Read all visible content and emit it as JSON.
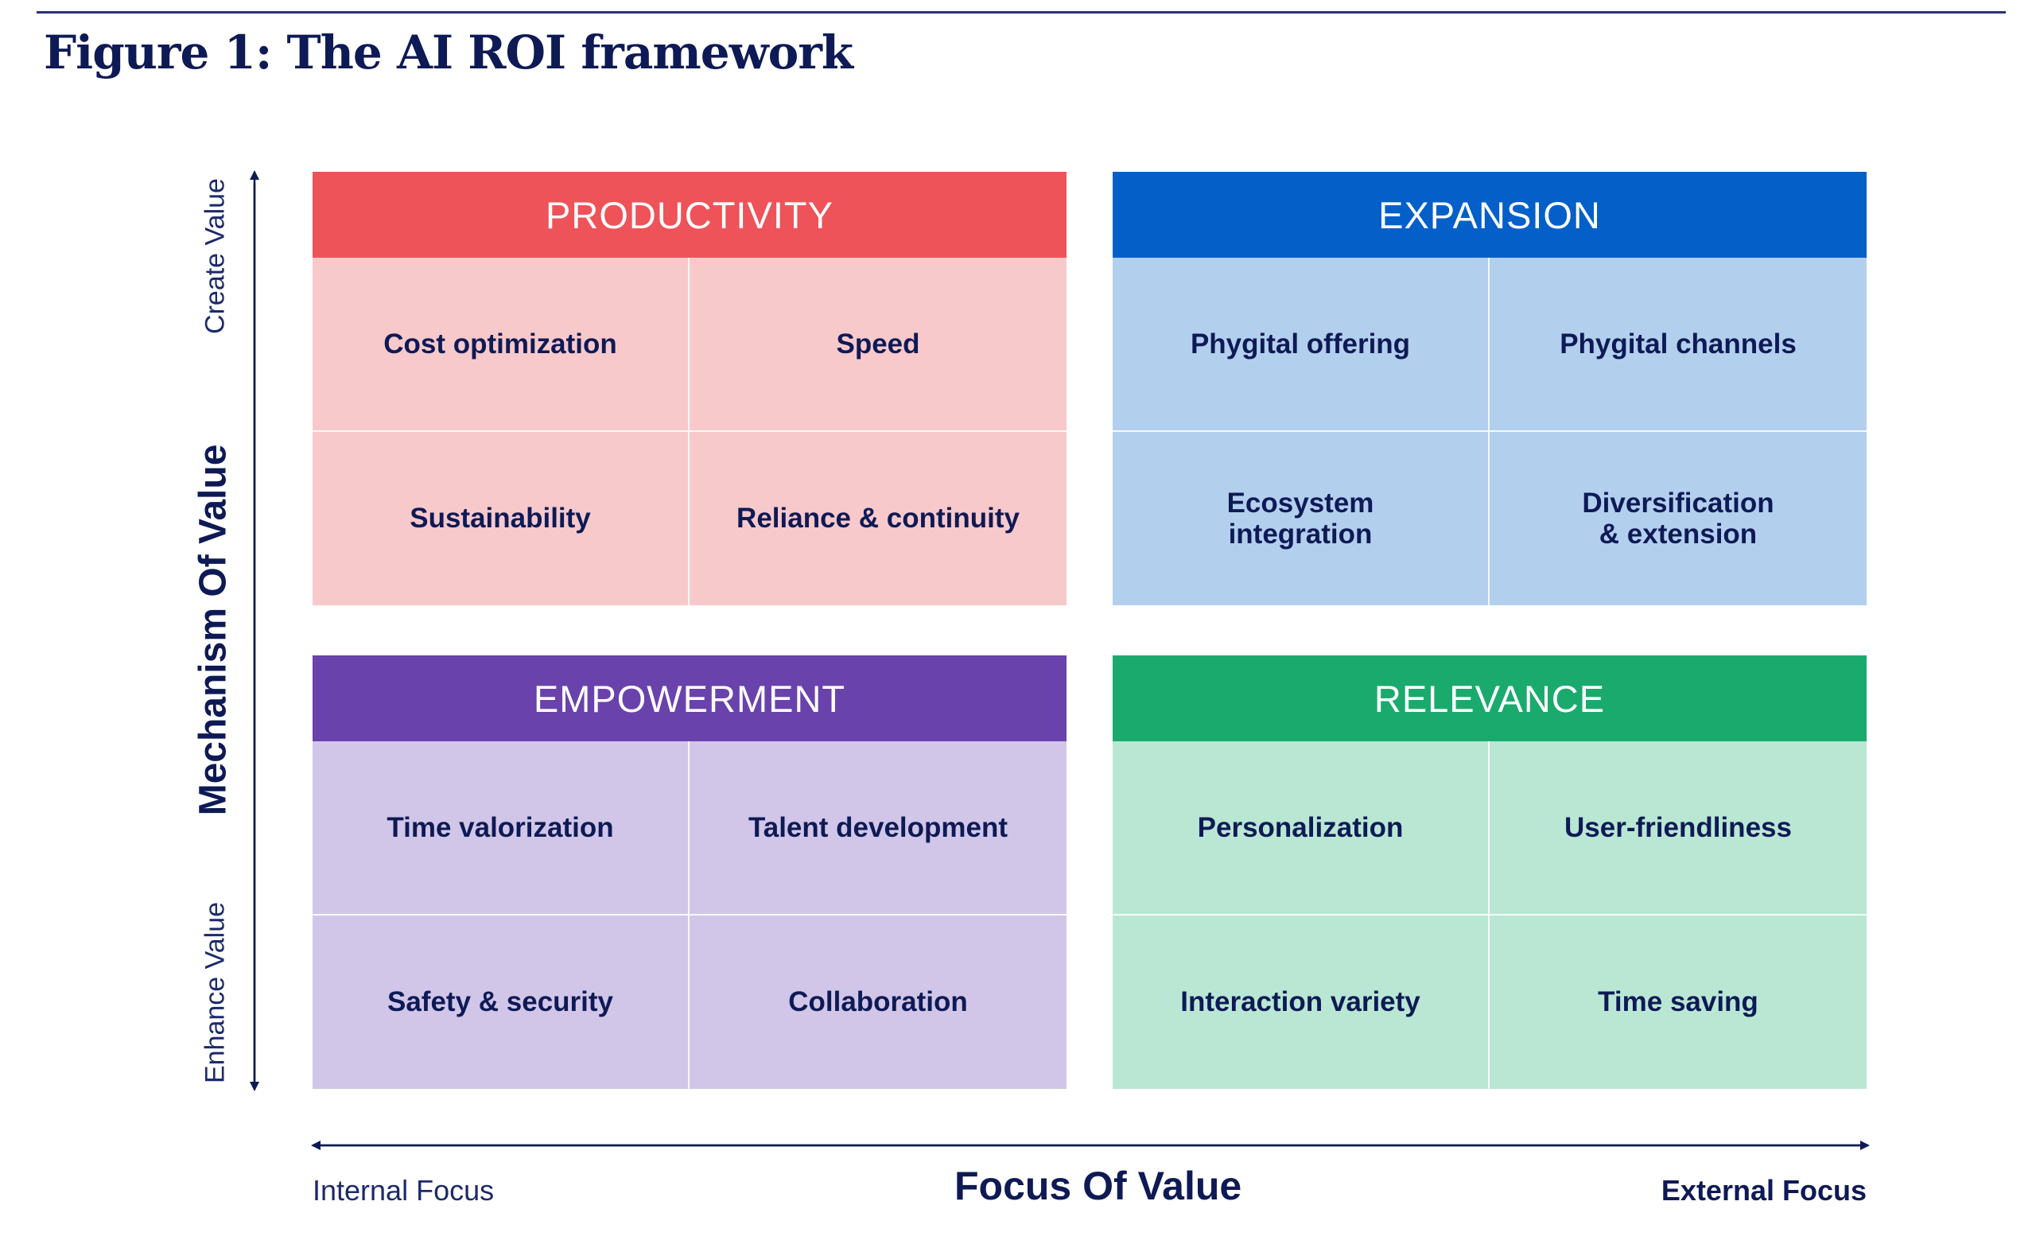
{
  "title": "Figure 1: The AI ROI framework",
  "colors": {
    "rule": "#2d2e7a",
    "text": "#0e1a55",
    "productivity_header": "#ee5359",
    "productivity_body": "#f8c9cb",
    "expansion_header": "#0460c8",
    "expansion_body": "#b3cfee",
    "empowerment_header": "#6943ab",
    "empowerment_body": "#d1c6e8",
    "relevance_header": "#1baa6e",
    "relevance_body": "#b9e7d4"
  },
  "y_axis": {
    "top_label": "Create Value",
    "title": "Mechanism Of Value",
    "bottom_label": "Enhance Value"
  },
  "x_axis": {
    "left_label": "Internal Focus",
    "title": "Focus Of Value",
    "right_label": "External Focus"
  },
  "quadrants": {
    "productivity": {
      "title": "PRODUCTIVITY",
      "cells": [
        "Cost optimization",
        "Speed",
        "Sustainability",
        "Reliance & continuity"
      ]
    },
    "expansion": {
      "title": "EXPANSION",
      "cells": [
        "Phygital offering",
        "Phygital channels",
        "Ecosystem\nintegration",
        "Diversification\n& extension"
      ]
    },
    "empowerment": {
      "title": "EMPOWERMENT",
      "cells": [
        "Time valorization",
        "Talent development",
        "Safety & security",
        "Collaboration"
      ]
    },
    "relevance": {
      "title": "RELEVANCE",
      "cells": [
        "Personalization",
        "User-friendliness",
        "Interaction variety",
        "Time saving"
      ]
    }
  }
}
